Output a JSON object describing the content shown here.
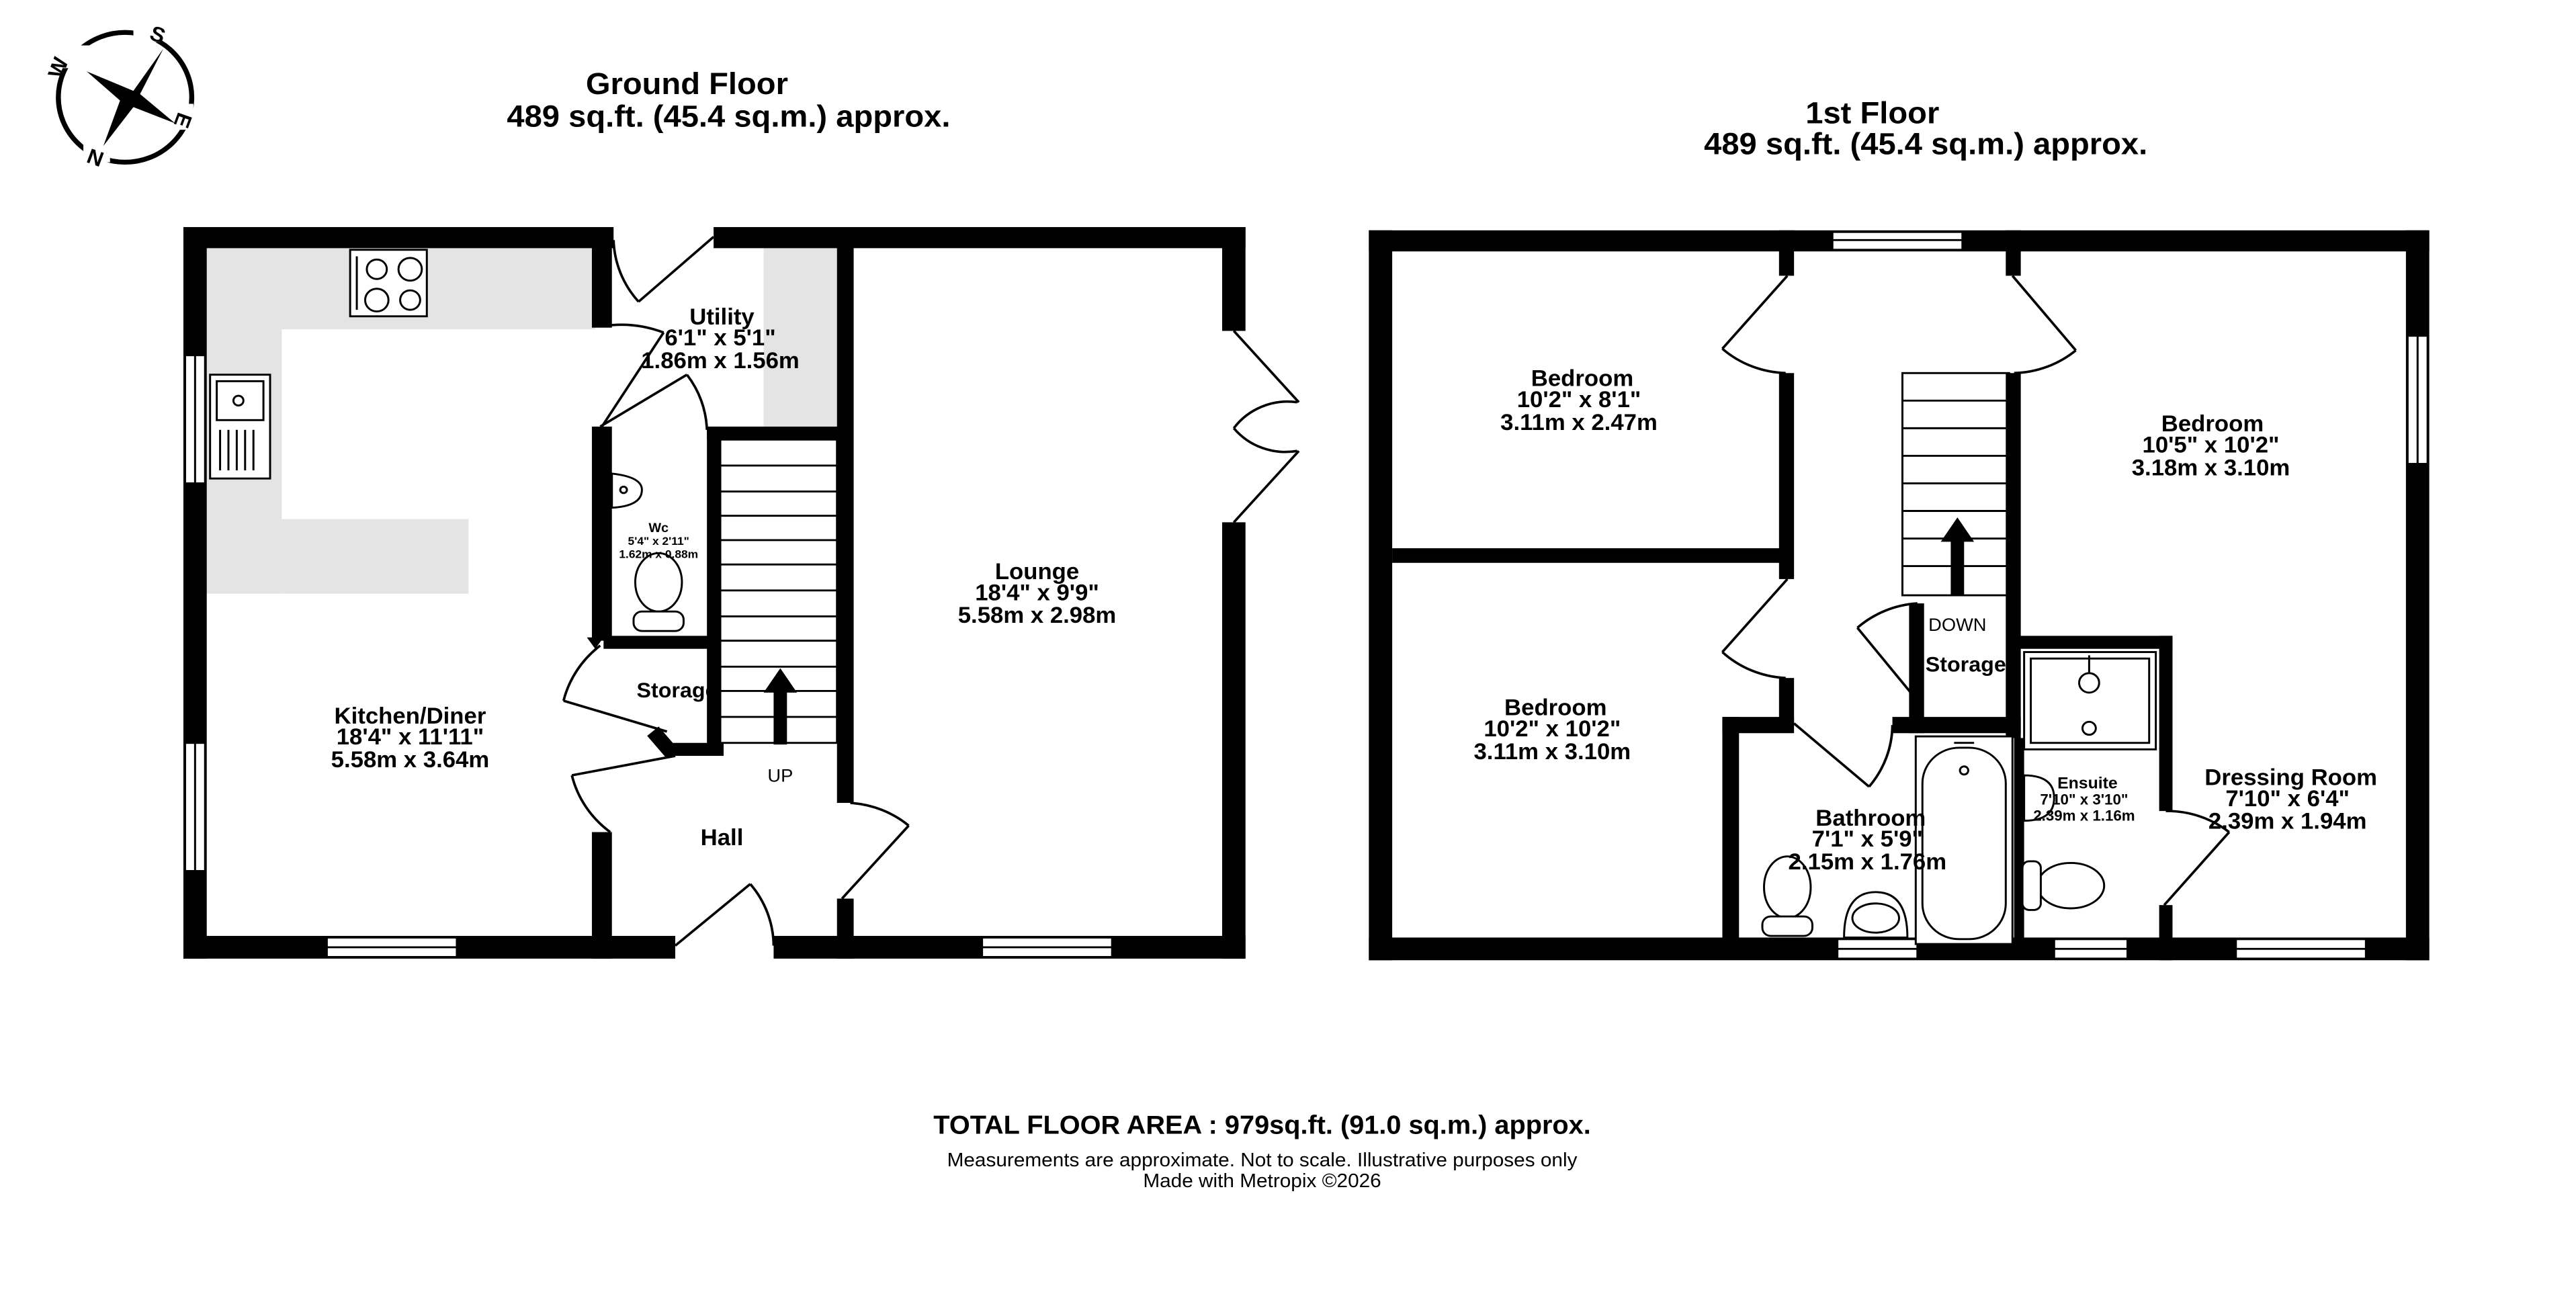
{
  "compass": {
    "icon": "compass-rose-icon",
    "letters": {
      "s": "S",
      "w": "W",
      "n": "N",
      "e": "E"
    }
  },
  "ground_floor": {
    "title": "Ground Floor",
    "area": "489 sq.ft. (45.4 sq.m.) approx.",
    "rooms": {
      "kitchen": {
        "name": "Kitchen/Diner",
        "imperial": "18'4\"  x 11'11\"",
        "metric": "5.58m  x 3.64m"
      },
      "utility": {
        "name": "Utility",
        "imperial": "6'1\"  x 5'1\"",
        "metric": "1.86m  x 1.56m"
      },
      "wc": {
        "name": "Wc",
        "imperial": "5'4\"  x 2'11\"",
        "metric": "1.62m  x 0.88m"
      },
      "storage": {
        "name": "Storage"
      },
      "hall": {
        "name": "Hall"
      },
      "lounge": {
        "name": "Lounge",
        "imperial": "18'4\"  x 9'9\"",
        "metric": "5.58m  x 2.98m"
      }
    },
    "stairs_label": "UP"
  },
  "first_floor": {
    "title": "1st Floor",
    "area": "489 sq.ft. (45.4 sq.m.) approx.",
    "rooms": {
      "bedroom_1": {
        "name": "Bedroom",
        "imperial": "10'2\"  x 8'1\"",
        "metric": "3.11m  x 2.47m"
      },
      "bedroom_2": {
        "name": "Bedroom",
        "imperial": "10'2\"  x 10'2\"",
        "metric": "3.11m  x 3.10m"
      },
      "bedroom_3": {
        "name": "Bedroom",
        "imperial": "10'5\"  x 10'2\"",
        "metric": "3.18m  x 3.10m"
      },
      "storage": {
        "name": "Storage"
      },
      "bathroom": {
        "name": "Bathroom",
        "imperial": "7'1\"  x 5'9\"",
        "metric": "2.15m  x 1.76m"
      },
      "ensuite": {
        "name": "Ensuite",
        "imperial": "7'10\"  x 3'10\"",
        "metric": "2.39m  x 1.16m"
      },
      "dressing": {
        "name": "Dressing Room",
        "imperial": "7'10\"  x 6'4\"",
        "metric": "2.39m  x 1.94m"
      }
    },
    "stairs_label": "DOWN"
  },
  "footer": {
    "total": "TOTAL FLOOR AREA : 979sq.ft. (91.0 sq.m.) approx.",
    "disclaimer": "Measurements are approximate.  Not to scale.  Illustrative purposes only",
    "credit": "Made with Metropix ©2026"
  }
}
